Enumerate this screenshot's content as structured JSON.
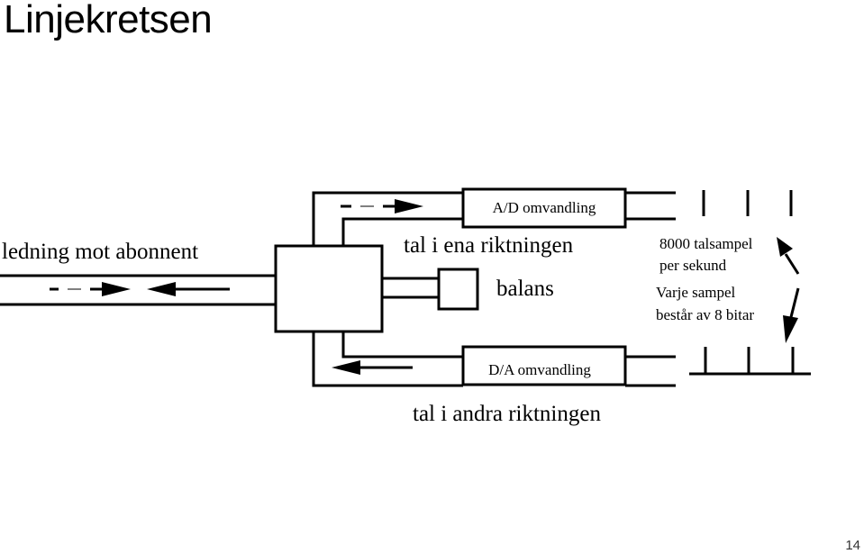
{
  "slide": {
    "title": "Linjekretsen",
    "page_number": "14"
  },
  "labels": {
    "line_to_subscriber": "ledning mot abonnent",
    "ad_conversion": "A/D omvandling",
    "one_direction": "tal i ena riktningen",
    "balance": "balans",
    "da_conversion": "D/A omvandling",
    "other_direction": "tal i andra riktningen",
    "samples_line1": "8000 talsampel",
    "samples_line2": "per sekund",
    "sample_line1": "Varje sampel",
    "sample_line2": "består av 8 bitar"
  }
}
